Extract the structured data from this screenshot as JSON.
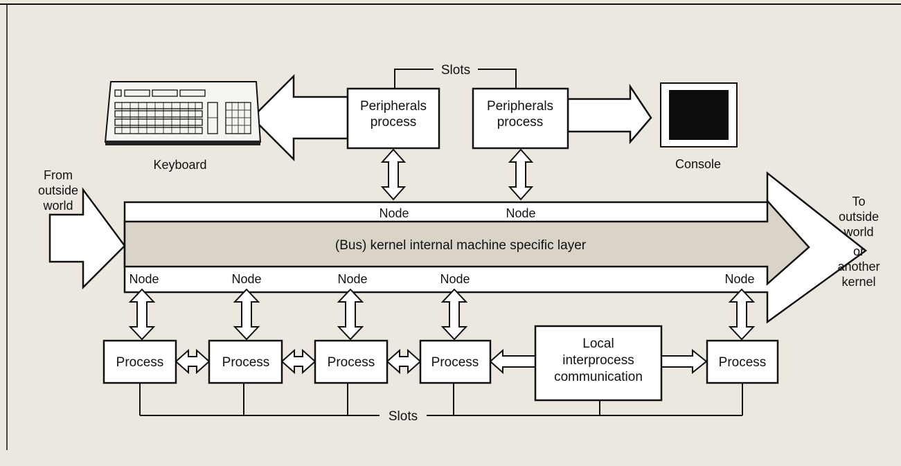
{
  "labels": {
    "slots_top": "Slots",
    "slots_bottom": "Slots",
    "peripherals_left": [
      "Peripherals",
      "process"
    ],
    "peripherals_right": [
      "Peripherals",
      "process"
    ],
    "keyboard": "Keyboard",
    "console": "Console",
    "from_outside": [
      "From",
      "outside",
      "world"
    ],
    "to_outside": [
      "To",
      "outside",
      "world",
      "or",
      "another",
      "kernel"
    ],
    "bus": "(Bus) kernel internal machine specific layer",
    "node": "Node",
    "process": "Process",
    "local_ipc": [
      "Local",
      "interprocess",
      "communication"
    ]
  },
  "colors": {
    "background": "#ece8df",
    "ink": "#111111",
    "box_fill": "#ffffff",
    "bus_band": "#d9d3c8",
    "screen": "#0d0d0d"
  }
}
